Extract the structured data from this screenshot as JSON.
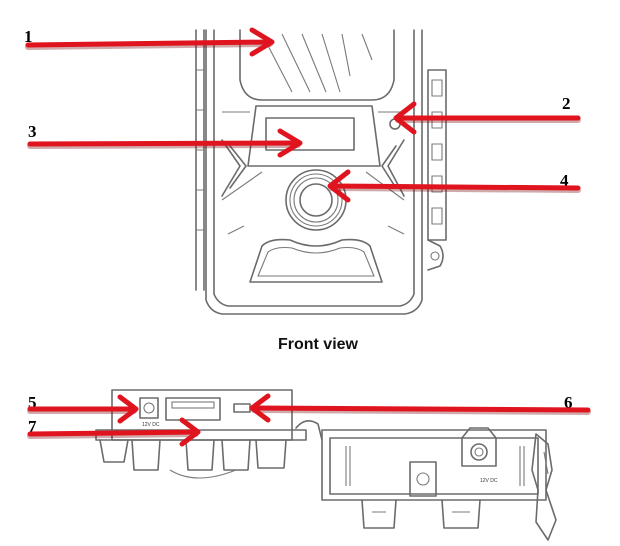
{
  "front_view": {
    "caption": "Front view",
    "callouts": [
      {
        "id": "1",
        "label": "1"
      },
      {
        "id": "2",
        "label": "2"
      },
      {
        "id": "3",
        "label": "3"
      },
      {
        "id": "4",
        "label": "4"
      }
    ]
  },
  "bottom_view": {
    "callouts": [
      {
        "id": "5",
        "label": "5"
      },
      {
        "id": "6",
        "label": "6"
      },
      {
        "id": "7",
        "label": "7"
      }
    ],
    "port_labels": {
      "dc_left": "12V DC",
      "dc_right": "12V DC"
    }
  },
  "colors": {
    "arrow": "#e0141e",
    "line_art": "#6b6b6b"
  }
}
